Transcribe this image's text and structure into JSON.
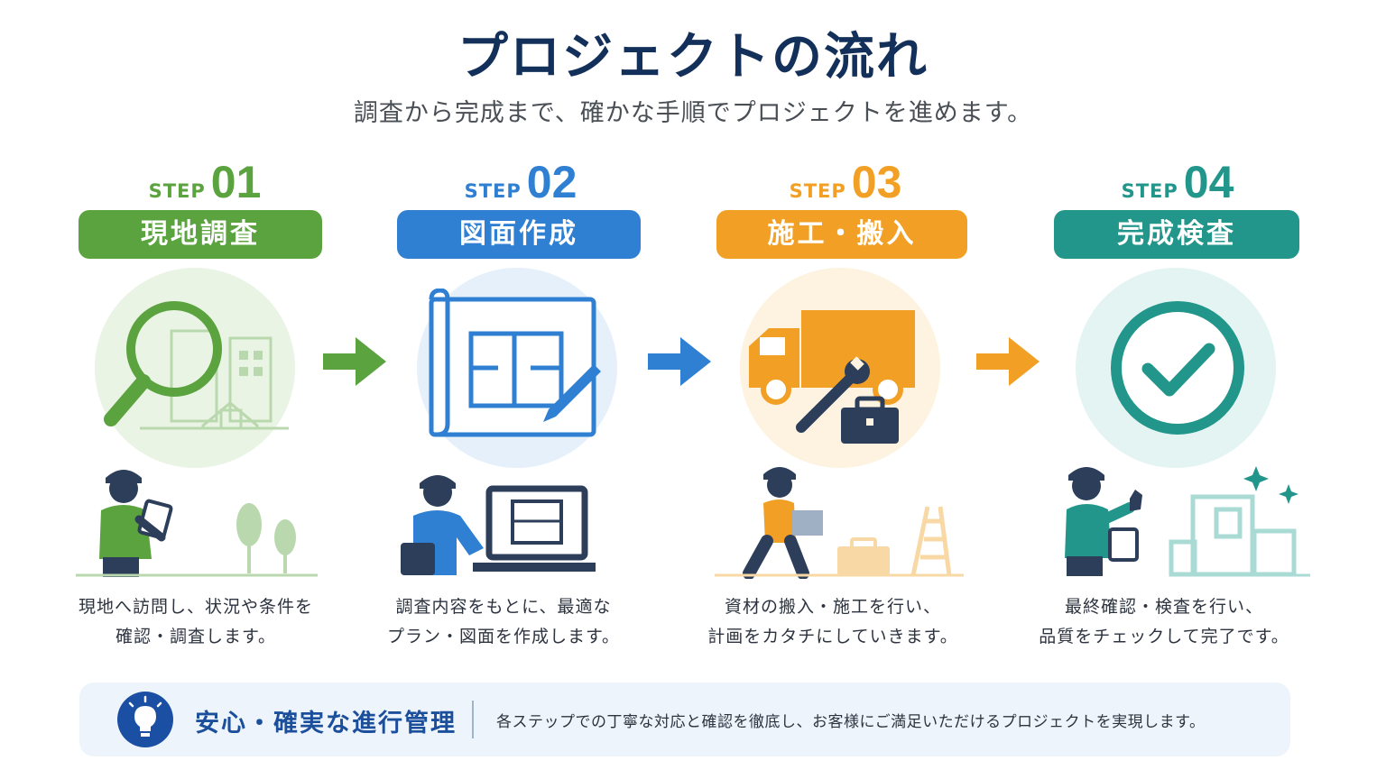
{
  "title": "プロジェクトの流れ",
  "subtitle": "調査から完成まで、確かな手順でプロジェクトを進めます。",
  "steps": [
    {
      "step_label": "STEP",
      "number": "01",
      "name": "現地調査",
      "color": "#5aa33f",
      "desc_line1": "現地へ訪問し、状況や条件を",
      "desc_line2": "確認・調査します。",
      "icon": "magnifier-building-icon",
      "figure": "surveyor-clipboard-figure"
    },
    {
      "step_label": "STEP",
      "number": "02",
      "name": "図面作成",
      "color": "#2f7fd2",
      "desc_line1": "調査内容をもとに、最適な",
      "desc_line2": "プラン・図面を作成します。",
      "icon": "blueprint-pencil-icon",
      "figure": "designer-computer-figure"
    },
    {
      "step_label": "STEP",
      "number": "03",
      "name": "施工・搬入",
      "color": "#f2a025",
      "desc_line1": "資材の搬入・施工を行い、",
      "desc_line2": "計画をカタチにしていきます。",
      "icon": "truck-wrench-toolbox-icon",
      "figure": "worker-carrying-box-figure"
    },
    {
      "step_label": "STEP",
      "number": "04",
      "name": "完成検査",
      "color": "#22968a",
      "desc_line1": "最終確認・検査を行い、",
      "desc_line2": "品質をチェックして完了です。",
      "icon": "check-circle-icon",
      "figure": "inspector-thumbsup-figure"
    }
  ],
  "banner": {
    "title": "安心・確実な進行管理",
    "text": "各ステップでの丁寧な対応と確認を徹底し、お客様にご満足いただけるプロジェクトを実現します。",
    "icon": "lightbulb-icon",
    "color": "#1b4fa3"
  }
}
